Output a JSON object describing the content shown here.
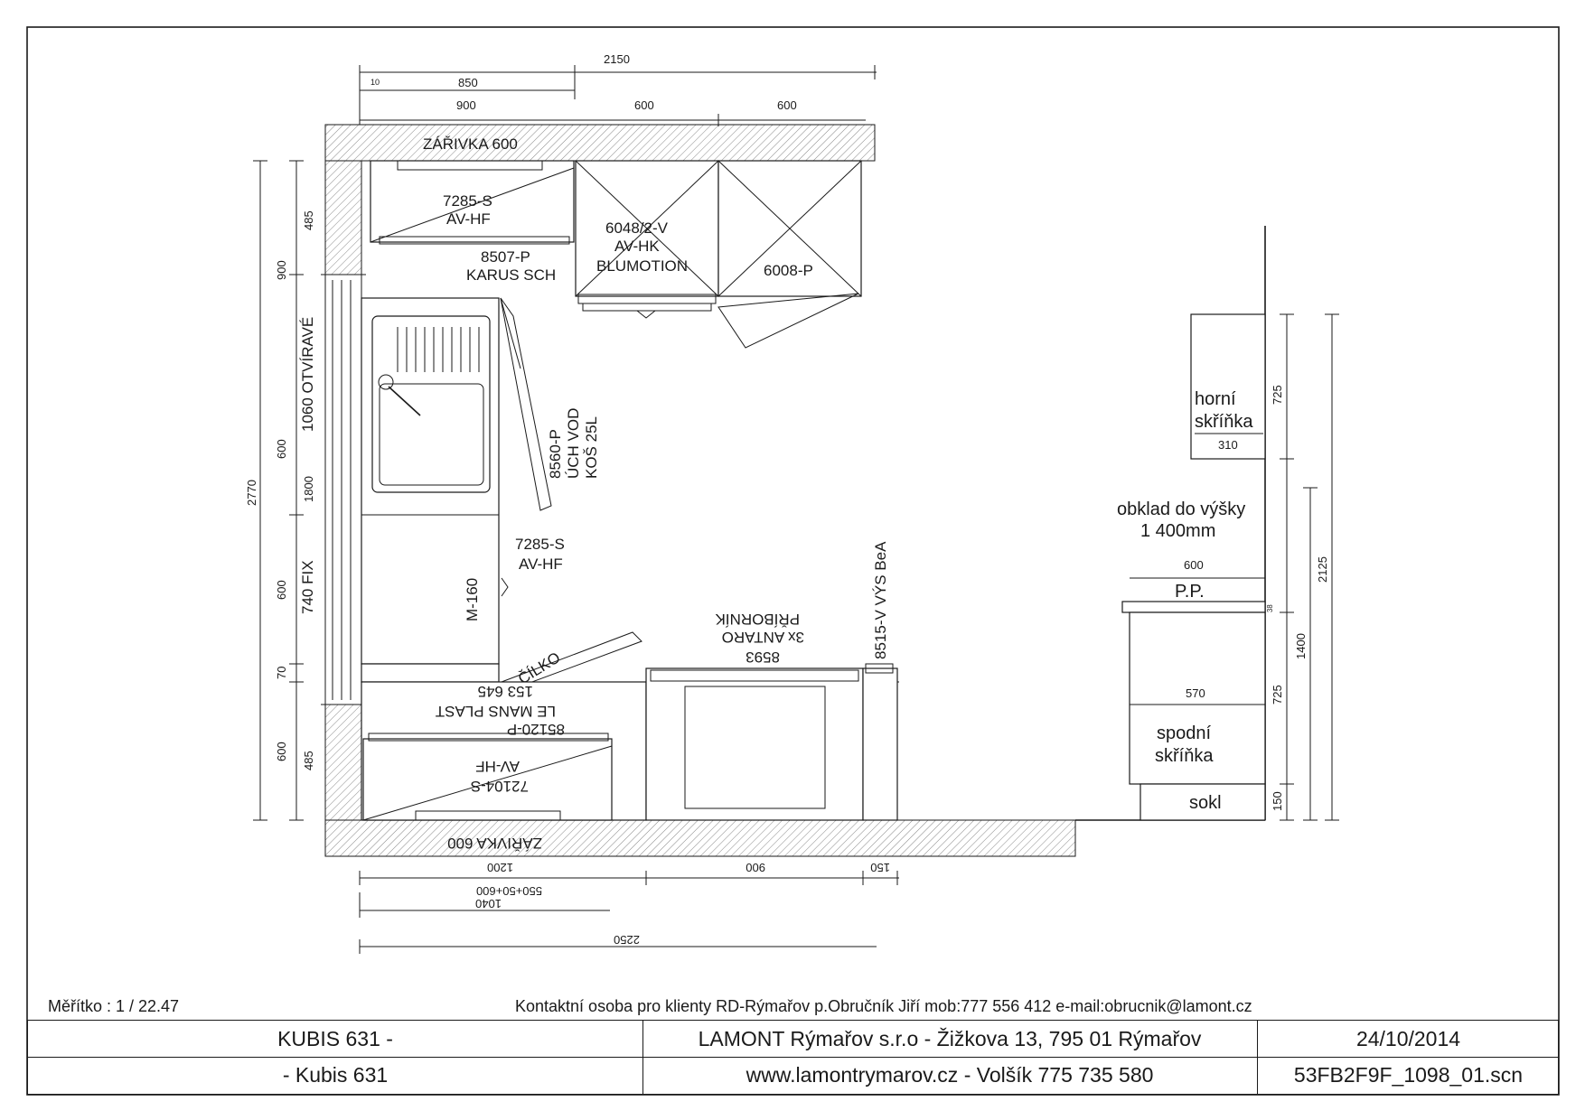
{
  "dimensions_top": {
    "overall": "2150",
    "small_gap": "10",
    "d850": "850",
    "d900": "900",
    "d600a": "600",
    "d600b": "600"
  },
  "dimensions_left": {
    "overall": "2770",
    "d485_top": "485",
    "d900": "900",
    "d1060_label": "1060 OTVÍRAVÉ",
    "d600_window": "600",
    "d1800": "1800",
    "d600_fix": "600",
    "d740_label": "740 FIX",
    "d70": "70",
    "d600_bottom": "600",
    "d485_bottom": "485"
  },
  "dimensions_bottom": {
    "d1200": "1200",
    "d900": "900",
    "d150": "150",
    "d550": "550+50+600",
    "d1040": "1040",
    "overall": "2250"
  },
  "cabinets": {
    "light_top": "ZÁŘIVKA 600",
    "light_bottom": "ZÁŘIVKA 600",
    "wall_left_code": "7285-S",
    "wall_left_handle": "AV-HF",
    "corner_code": "8507-P",
    "corner_name": "KARUS SCH",
    "wall_mid_code": "6048/2-V",
    "wall_mid_handle": "AV-HK",
    "wall_mid_hinge": "BLUMOTION",
    "wall_right_code": "6008-P",
    "base_sink_code": "8560-P",
    "base_sink_name": "ÚCH VOD",
    "base_sink_bin": "KOŠ 25L",
    "base_side_code": "7285-S",
    "base_side_handle": "AV-HF",
    "dishwasher": "M-160",
    "plinth": "ČÍLKO",
    "carousel_dims": "153 645",
    "carousel_name": "LE MANS PLAST",
    "carousel_code": "85120-P",
    "base_bottom_handle": "AV-HF",
    "base_bottom_code": "72104-S",
    "drawer_code": "8593",
    "drawer_count": "3x ANTARO",
    "drawer_name": "PŘÍBORNÍK",
    "tall_code": "8515-V VÝS BeA"
  },
  "section": {
    "upper_label": "horní",
    "upper_label2": "skříňka",
    "upper_h": "725",
    "upper_depth": "310",
    "tile_label": "obklad do výšky",
    "tile_height": "1 400mm",
    "worktop_w": "600",
    "worktop_label": "P.P.",
    "worktop_t": "38",
    "base_depth": "570",
    "base_label": "spodní",
    "base_label2": "skříňka",
    "base_h": "725",
    "plinth_label": "sokl",
    "plinth_h": "150",
    "d2125": "2125",
    "d1400": "1400"
  },
  "footer": {
    "scale": "Měřítko : 1 / 22.47",
    "contact": "Kontaktní osoba pro klienty RD-Rýmařov p.Obručník Jiří mob:777 556 412 e-mail:obrucnik@lamont.cz",
    "r1c1": "KUBIS 631  -",
    "r1c2": "LAMONT Rýmařov s.r.o - Žižkova 13, 795 01 Rýmařov",
    "r1c3": "24/10/2014",
    "r2c1": "- Kubis 631",
    "r2c2": "www.lamontrymarov.cz - Volšík 775 735 580",
    "r2c3": "53FB2F9F_1098_01.scn"
  }
}
